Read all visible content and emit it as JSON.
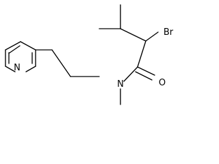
{
  "diagram": {
    "type": "chemical-structure",
    "atoms": [
      {
        "id": "ring_n",
        "label": "N"
      },
      {
        "id": "amide_n",
        "label": "N"
      },
      {
        "id": "carbonyl_o",
        "label": "O"
      },
      {
        "id": "bromine",
        "label": "Br"
      }
    ],
    "colors": {
      "bond": "#000000",
      "label": "#000000",
      "background": "#ffffff"
    }
  }
}
